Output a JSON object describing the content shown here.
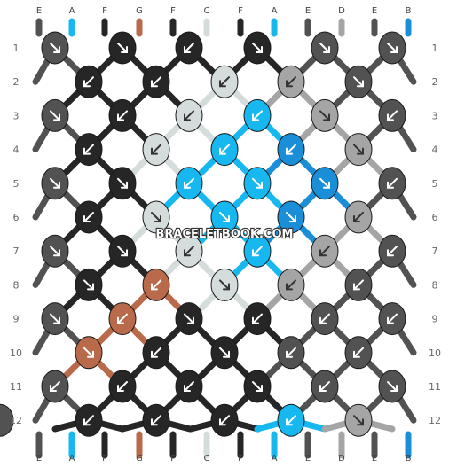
{
  "watermark": "BRACELETBOOK.COM",
  "strand_labels_top": [
    "E",
    "A",
    "F",
    "G",
    "F",
    "C",
    "F",
    "A",
    "E",
    "D",
    "E",
    "B"
  ],
  "strand_labels_bottom": [
    "E",
    "A",
    "F",
    "G",
    "F",
    "C",
    "F",
    "A",
    "E",
    "D",
    "E",
    "B"
  ],
  "row_numbers": [
    "1",
    "2",
    "3",
    "4",
    "5",
    "6",
    "7",
    "8",
    "9",
    "10",
    "11",
    "12"
  ],
  "colors": {
    "A": "#17b7f0",
    "B": "#1a8fd8",
    "C": "#d4dcdc",
    "D": "#a5a5a5",
    "E": "#525252",
    "F": "#262626",
    "G": "#b86a4a"
  },
  "knot_rows": [
    [
      "E:se",
      "F:se",
      "F:sw",
      "F:se",
      "E:se",
      "E:se"
    ],
    [
      "F:sw",
      "F:sw",
      "C:sw",
      "D:sw",
      "E:se"
    ],
    [
      "E:se",
      "F:sw",
      "C:sw",
      "A:sw",
      "D:se",
      "E:sw"
    ],
    [
      "F:sw",
      "C:sw",
      "A:sw",
      "B:sw",
      "D:se"
    ],
    [
      "E:se",
      "F:se",
      "A:sw",
      "A:se",
      "B:se",
      "E:sw"
    ],
    [
      "F:sw",
      "C:se",
      "A:se",
      "B:se",
      "D:sw"
    ],
    [
      "E:se",
      "F:se",
      "C:sw",
      "A:sw",
      "D:sw",
      "E:sw"
    ],
    [
      "F:se",
      "G:sw",
      "C:se",
      "D:sw",
      "E:sw"
    ],
    [
      "E:se",
      "G:sw",
      "F:se",
      "F:sw",
      "E:sw",
      "E:sw"
    ],
    [
      "G:se",
      "F:sw",
      "F:se",
      "E:sw",
      "E:sw"
    ],
    [
      "E:sw",
      "F:sw",
      "F:sw",
      "F:se",
      "E:sw",
      "E:se"
    ],
    [
      "F:sw",
      "F:sw",
      "F:sw",
      "A:sw",
      "D:se",
      "E:sw"
    ]
  ]
}
